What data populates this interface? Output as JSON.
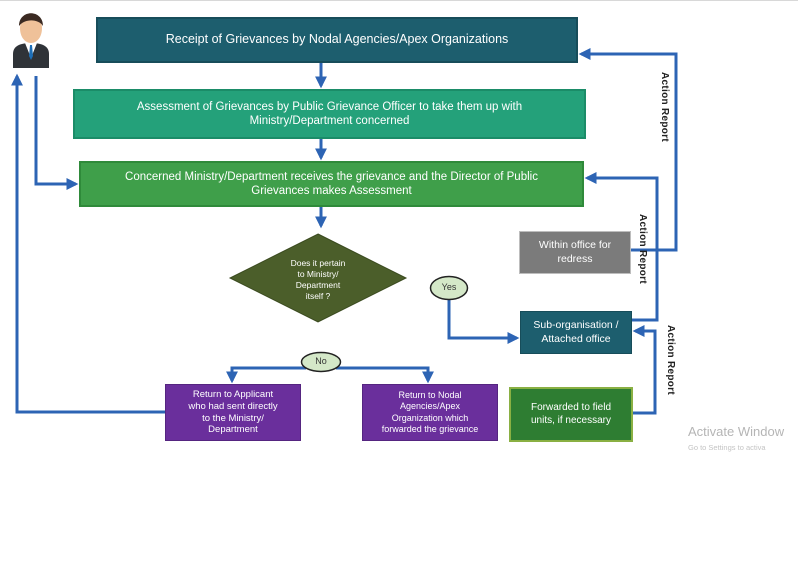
{
  "nodes": {
    "receipt": "Receipt of Grievances by Nodal Agencies/Apex Organizations",
    "assessment_line1": "Assessment of Grievances by Public Grievance Officer  to take them up with",
    "assessment_line2": "Ministry/Department concerned",
    "concerned_line1": "Concerned Ministry/Department receives the grievance and the Director of Public",
    "concerned_line2": "Grievances makes Assessment",
    "decision_line1": "Does it pertain",
    "decision_line2": "to Ministry/",
    "decision_line3": "Department",
    "decision_line4": "itself ?",
    "yes": "Yes",
    "no": "No",
    "within_office_line1": "Within office for",
    "within_office_line2": "redress",
    "sub_org_line1": "Sub-organisation /",
    "sub_org_line2": "Attached office",
    "return_applicant_line1": "Return to Applicant",
    "return_applicant_line2": "who had sent directly",
    "return_applicant_line3": "to the Ministry/",
    "return_applicant_line4": "Department",
    "return_nodal_line1": "Return to Nodal",
    "return_nodal_line2": "Agencies/Apex",
    "return_nodal_line3": "Organization which",
    "return_nodal_line4": "forwarded the grievance",
    "field_units_line1": "Forwarded to field",
    "field_units_line2": "units, if necessary"
  },
  "action_reports": {
    "label1": "Action  Report",
    "label2": "Action Report",
    "label3": "Action Report"
  },
  "watermark": {
    "title": "Activate Window",
    "subtitle": "Go to Settings to activa"
  },
  "colors": {
    "arrow": "#2d64b4",
    "header": "#1d5e6e",
    "assessment": "#24a17a",
    "concerned": "#3f9f4a",
    "decision": "#4b5e2a",
    "return_boxes": "#6a2f9c",
    "within_office": "#7b7b7b",
    "field_units": "#2e7d32",
    "yes_no_oval": "#d4e8c8"
  },
  "icons": {
    "user": "person-avatar-icon"
  }
}
